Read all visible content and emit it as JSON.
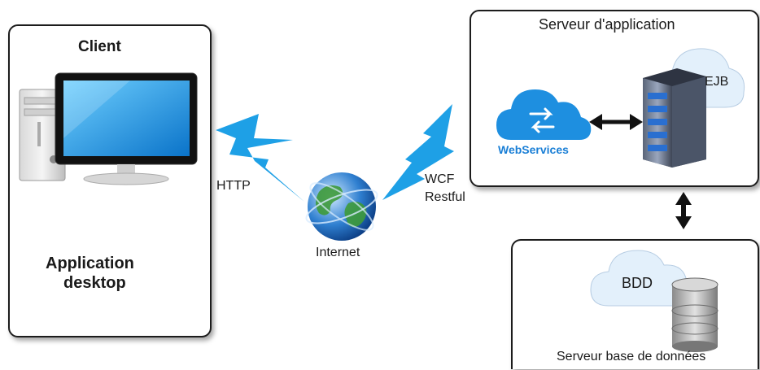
{
  "client": {
    "title": "Client",
    "caption_line1": "Application",
    "caption_line2": "desktop"
  },
  "links": {
    "http_label": "HTTP",
    "internet_label": "Internet",
    "wcf_label": "WCF",
    "restful_label": "Restful"
  },
  "app_server": {
    "title": "Serveur d'application",
    "webservices_label": "WebServices",
    "ejb_label": "EJB"
  },
  "db_server": {
    "title": "Serveur base de données",
    "bdd_label": "BDD"
  },
  "colors": {
    "lightning": "#1ea0e6",
    "webservices_cloud": "#1e8fe0",
    "webservices_text": "#1a7fd6",
    "light_cloud": "#e3f0fb",
    "arrow": "#111111"
  }
}
